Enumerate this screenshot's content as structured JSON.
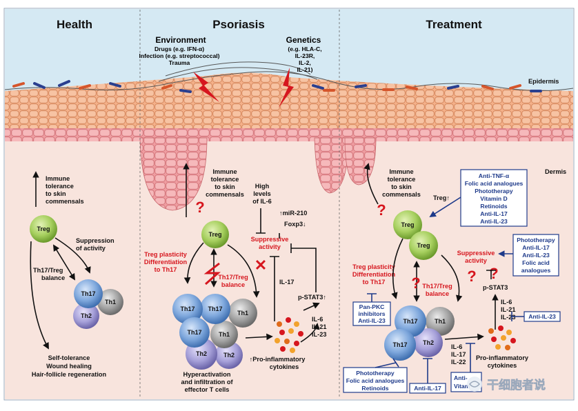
{
  "panels": {
    "health": "Health",
    "psoriasis": "Psoriasis",
    "treatment": "Treatment"
  },
  "layers": {
    "epidermis": "Epidermis",
    "dermis": "Dermis"
  },
  "triggers": {
    "environment_title": "Environment",
    "environment_lines": [
      "Drugs (e.g. IFN-α)",
      "Infection (e.g. streptococcal)",
      "Trauma"
    ],
    "genetics_title": "Genetics",
    "genetics_lines": [
      "(e.g. HLA-C,",
      "IL-23R,",
      "IL-2,",
      "IL-21)"
    ]
  },
  "health": {
    "immune_tolerance": [
      "Immune",
      "tolerance",
      "to skin",
      "commensals"
    ],
    "suppression": [
      "Suppression",
      "of activity"
    ],
    "balance": [
      "Th17/Treg",
      "balance"
    ],
    "outcomes": [
      "Self-tolerance",
      "Wound healing",
      "Hair-follicle regeneration"
    ]
  },
  "cells": {
    "treg": "Treg",
    "th17": "Th17",
    "th1": "Th1",
    "th2": "Th2"
  },
  "psoriasis": {
    "immune_tolerance": [
      "Immune",
      "tolerance",
      "to skin",
      "commensals"
    ],
    "il6": [
      "High",
      "levels",
      "of IL-6"
    ],
    "mir210": "↑miR-210",
    "foxp3": "Foxp3↓",
    "suppressive": [
      "Suppressive",
      "activity"
    ],
    "plasticity": [
      "Treg plasticity",
      "Differentiation",
      "to Th17"
    ],
    "balance": [
      "Th17/Treg",
      "balance"
    ],
    "il17": "IL-17",
    "pstat3": "p-STAT3↑",
    "cytokines_list": [
      "IL-6",
      "IL-21",
      "IL-23"
    ],
    "proinflammatory": [
      "↑Pro-inflammatory",
      "cytokines"
    ],
    "hyperactivation": [
      "Hyperactivation",
      "and infiltration of",
      "effector T cells"
    ]
  },
  "treatment": {
    "immune_tolerance": [
      "Immune",
      "tolerance",
      "to skin",
      "commensals"
    ],
    "treg_up": "Treg↑",
    "box1": [
      "Anti-TNF-α",
      "Folic acid analogues",
      "Phototherapy",
      "Vitamin D",
      "Retinoids",
      "Anti-IL-17",
      "Anti-IL-23"
    ],
    "box2": [
      "Phototherapy",
      "Anti-IL-17",
      "Anti-IL-23",
      "Folic acid",
      "analogues"
    ],
    "suppressive": [
      "Suppressive",
      "activity"
    ],
    "pstat3": "p-STAT3",
    "cytokines_list": [
      "IL-6",
      "IL-21",
      "IL-23"
    ],
    "anti_il23": "Anti-IL-23",
    "plasticity": [
      "Treg plasticity",
      "Differentiation",
      "to Th17"
    ],
    "balance": [
      "Th17/Treg",
      "balance"
    ],
    "box_pkc": [
      "Pan-PKC",
      "inhibitors",
      "Anti-IL-23"
    ],
    "cytokines2": [
      "IL-6",
      "IL-17",
      "IL-22"
    ],
    "proinflammatory": [
      "Pro-inflammatory",
      "cytokines"
    ],
    "box_bottom": [
      "Phototherapy",
      "Folic acid analogues",
      "Retinoids"
    ],
    "anti_il17": "Anti-IL-17",
    "box_partial": [
      "Anti-",
      "Vitam"
    ]
  },
  "watermark": "干细胞者说",
  "colors": {
    "sky": "#d5e9f3",
    "epidermis_top": "#f5c9a4",
    "epidermis_cell": "#f4b089",
    "dermis": "#f8e4dd",
    "treg": "#a9d06a",
    "th17": "#7ea7dc",
    "th1": "#a0a0a0",
    "th2": "#a59fd8",
    "red": "#d6161e",
    "blue": "#1e3a8a"
  }
}
